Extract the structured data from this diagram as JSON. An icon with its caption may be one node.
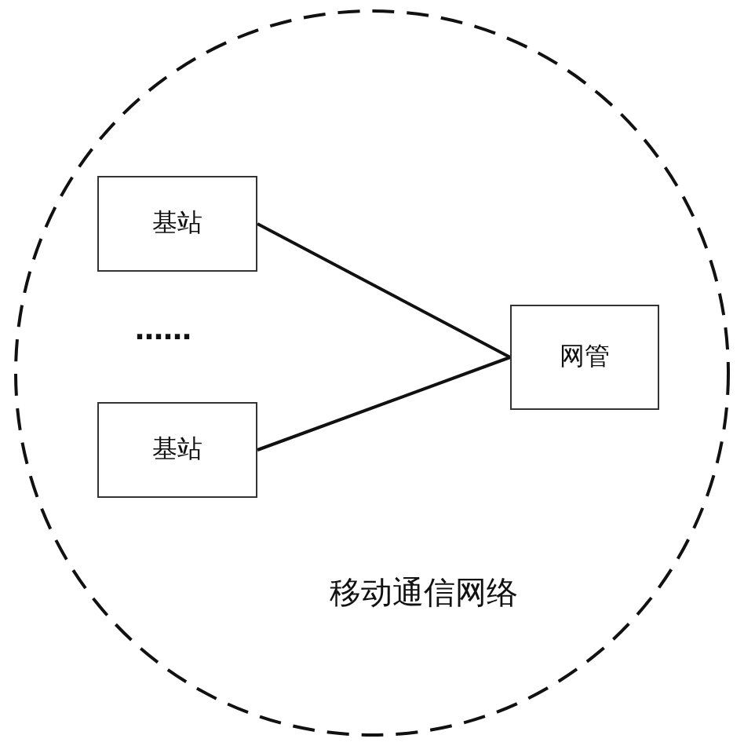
{
  "diagram": {
    "nodes": [
      {
        "text": [
          "移动通信网络"
        ]
      },
      {
        "text": [
          "基站"
        ],
        "in": 0
      },
      {
        "text": [
          "基站"
        ],
        "in": 0
      },
      {
        "text": [
          "网管"
        ],
        "in": 0
      }
    ],
    "edges": [
      {
        "from": 1,
        "to": 3,
        "arrow": "none"
      },
      {
        "from": 2,
        "to": 3,
        "arrow": "none"
      }
    ],
    "labels": [
      "……"
    ]
  }
}
